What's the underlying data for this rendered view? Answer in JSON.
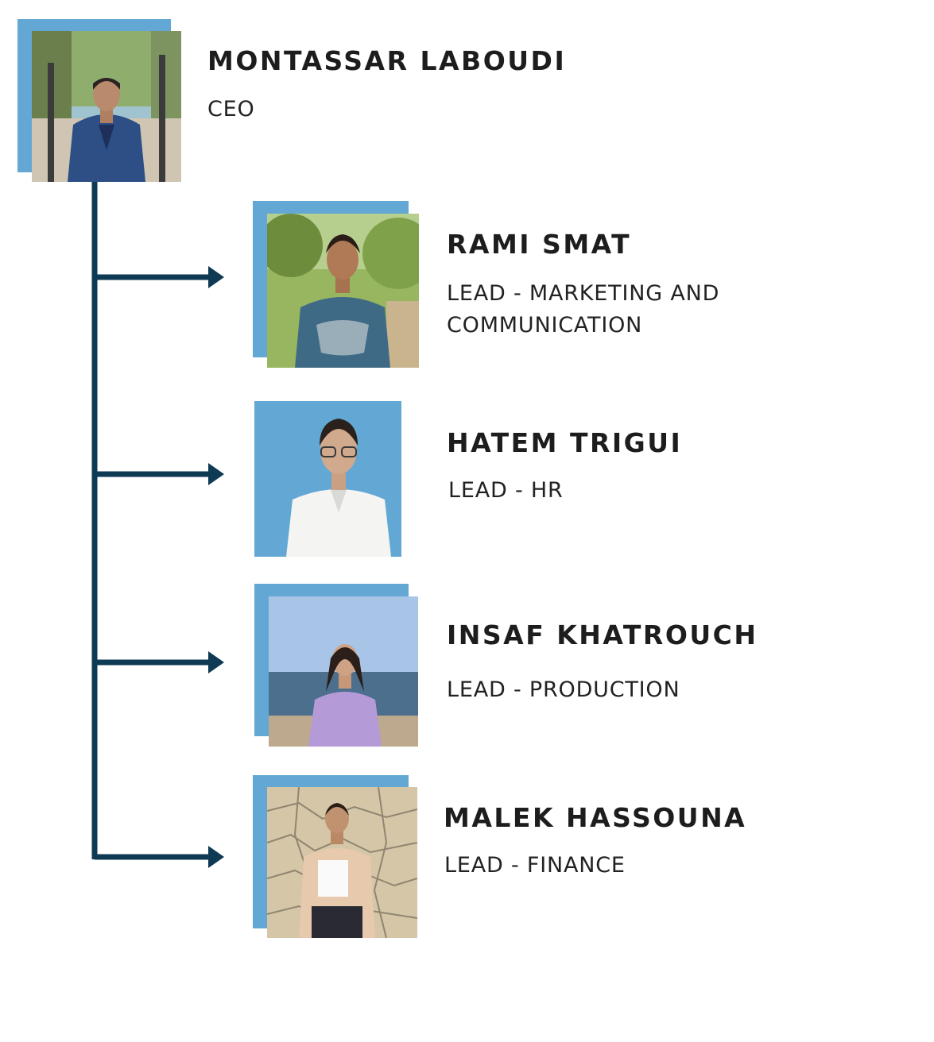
{
  "colors": {
    "accent": "#63a8d4",
    "connector": "#0f3a54",
    "text": "#1d1d1d"
  },
  "ceo": {
    "name": "MONTASSAR LABOUDI",
    "role": "CEO"
  },
  "leads": [
    {
      "name": "RAMI SMAT",
      "role": "LEAD - MARKETING AND COMMUNICATION"
    },
    {
      "name": "HATEM TRIGUI",
      "role": "LEAD - HR"
    },
    {
      "name": "INSAF KHATROUCH",
      "role": "LEAD - PRODUCTION"
    },
    {
      "name": "MALEK HASSOUNA",
      "role": "LEAD - FINANCE"
    }
  ]
}
